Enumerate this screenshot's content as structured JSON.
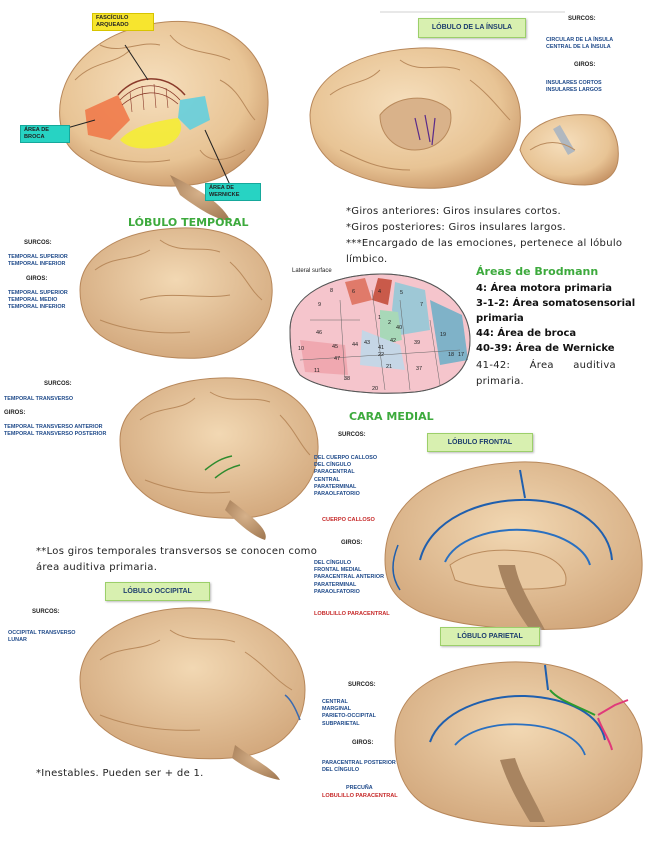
{
  "top_left": {
    "fasciculo": [
      "FASCÍCULO",
      "ARQUEADO"
    ],
    "broca": [
      "ÁREA DE",
      "BROCA"
    ],
    "wernicke": [
      "ÁREA DE",
      "WERNICKE"
    ]
  },
  "insula": {
    "title": "LÓBULO DE LA ÍNSULA",
    "surcos_head": "SURCOS:",
    "surcos": [
      "CIRCULAR DE LA ÍNSULA",
      "CENTRAL DE LA ÍNSULA"
    ],
    "giros_head": "GIROS:",
    "giros": [
      "INSULARES CORTOS",
      "INSULARES LARGOS"
    ],
    "notes": [
      "*Giros anteriores: Giros insulares cortos.",
      "*Giros posteriores: Giros insulares largos.",
      "***Encargado de las emociones, pertenece al lóbulo",
      "límbico."
    ]
  },
  "temporal": {
    "title": "LÓBULO TEMPORAL",
    "surcos_head": "SURCOS:",
    "surcos": [
      "TEMPORAL SUPERIOR",
      "TEMPORAL INFERIOR"
    ],
    "giros_head": "GIROS:",
    "giros": [
      "TEMPORAL SUPERIOR",
      "TEMPORAL MEDIO",
      "TEMPORAL INFERIOR"
    ],
    "surcos2_head": "SURCOS:",
    "surcos2": [
      "TEMPORAL TRANSVERSO"
    ],
    "giros2_head": "GIROS:",
    "giros2": [
      "TEMPORAL TRANSVERSO ANTERIOR",
      "TEMPORAL TRANSVERSO POSTERIOR"
    ],
    "note": [
      "**Los giros temporales transversos se conocen como",
      "área auditiva primaria."
    ]
  },
  "brodmann": {
    "lateral_surface": "Lateral surface",
    "title": "Áreas de Brodmann",
    "items": [
      "4: Área motora primaria",
      "3-1-2: Área somatosensorial",
      "primaria",
      "44: Área de broca",
      "40-39: Área de Wernicke"
    ],
    "last": [
      "41-42:",
      "Área",
      "auditiva"
    ],
    "last2": "primaria.",
    "numbers": [
      "6",
      "4",
      "1",
      "2",
      "5",
      "7",
      "8",
      "9",
      "40",
      "39",
      "46",
      "45",
      "44",
      "10",
      "43",
      "41",
      "42",
      "22",
      "19",
      "18",
      "17",
      "11",
      "47",
      "21",
      "37",
      "38",
      "20"
    ]
  },
  "medial": {
    "cara": "CARA MEDIAL",
    "frontal_title": "LÓBULO FRONTAL",
    "surcos_head": "SURCOS:",
    "surcos": [
      "DEL CUERPO CALLOSO",
      "DEL CÍNGULO",
      "PARACENTRAL",
      "CENTRAL",
      "PARATERMINAL",
      "PARAOLFATORIO"
    ],
    "cuerpo": "CUERPO CALLOSO",
    "giros_head": "GIROS:",
    "giros": [
      "DEL CÍNGULO",
      "FRONTAL MEDIAL",
      "PARACENTRAL ANTERIOR",
      "PARATERMINAL",
      "PARAOLFATORIO"
    ],
    "lobulillo": "LOBULILLO PARACENTRAL"
  },
  "occipital": {
    "title": "LÓBULO OCCIPITAL",
    "surcos_head": "SURCOS:",
    "surcos": [
      "OCCIPITAL TRANSVERSO",
      "LUNAR"
    ],
    "note": "*Inestables. Pueden ser + de 1."
  },
  "parietal": {
    "title": "LÓBULO PARIETAL",
    "surcos_head": "SURCOS:",
    "surcos": [
      "CENTRAL",
      "MARGINAL",
      "PARIETO-OCCIPITAL",
      "SUBPARIETAL"
    ],
    "giros_head": "GIROS:",
    "giros": [
      "PARACENTRAL POSTERIOR",
      "DEL CÍNGULO"
    ],
    "precuna": "PRECUÑA",
    "lobulillo": "LOBULILLO PARACENTRAL"
  },
  "colors": {
    "brain": "#f0d2a8",
    "sulcus": "#b98a5c",
    "label_blue": "#1f4a8a",
    "green_title": "#3daa3d",
    "box_green": "#d8f0b0"
  }
}
